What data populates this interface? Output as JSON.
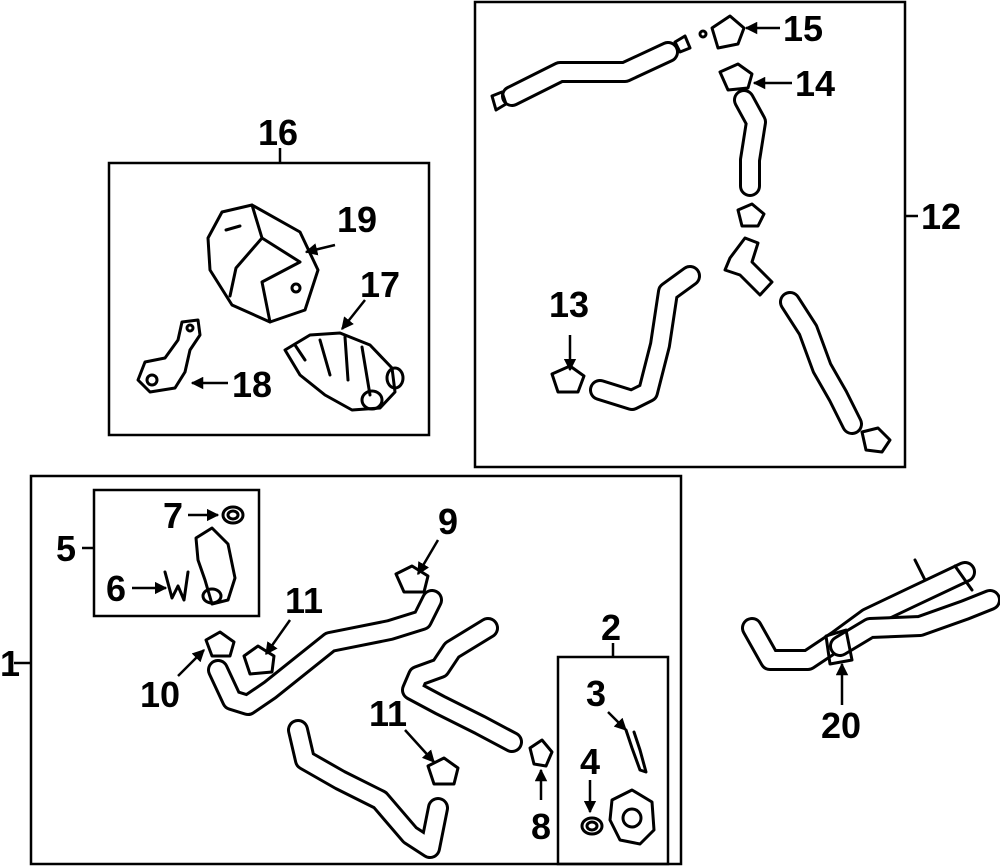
{
  "callouts": {
    "c1": "1",
    "c2": "2",
    "c3": "3",
    "c4": "4",
    "c5": "5",
    "c6": "6",
    "c7": "7",
    "c8": "8",
    "c9": "9",
    "c10": "10",
    "c11a": "11",
    "c11b": "11",
    "c12": "12",
    "c13": "13",
    "c14": "14",
    "c15": "15",
    "c16": "16",
    "c17": "17",
    "c18": "18",
    "c19": "19",
    "c20": "20"
  },
  "icons": {
    "hose": "hose-icon",
    "clamp": "clamp-icon",
    "pump": "pump-icon",
    "bracket": "bracket-icon",
    "o-ring": "o-ring-icon"
  },
  "colors": {
    "line": "#000000",
    "background": "#ffffff"
  }
}
